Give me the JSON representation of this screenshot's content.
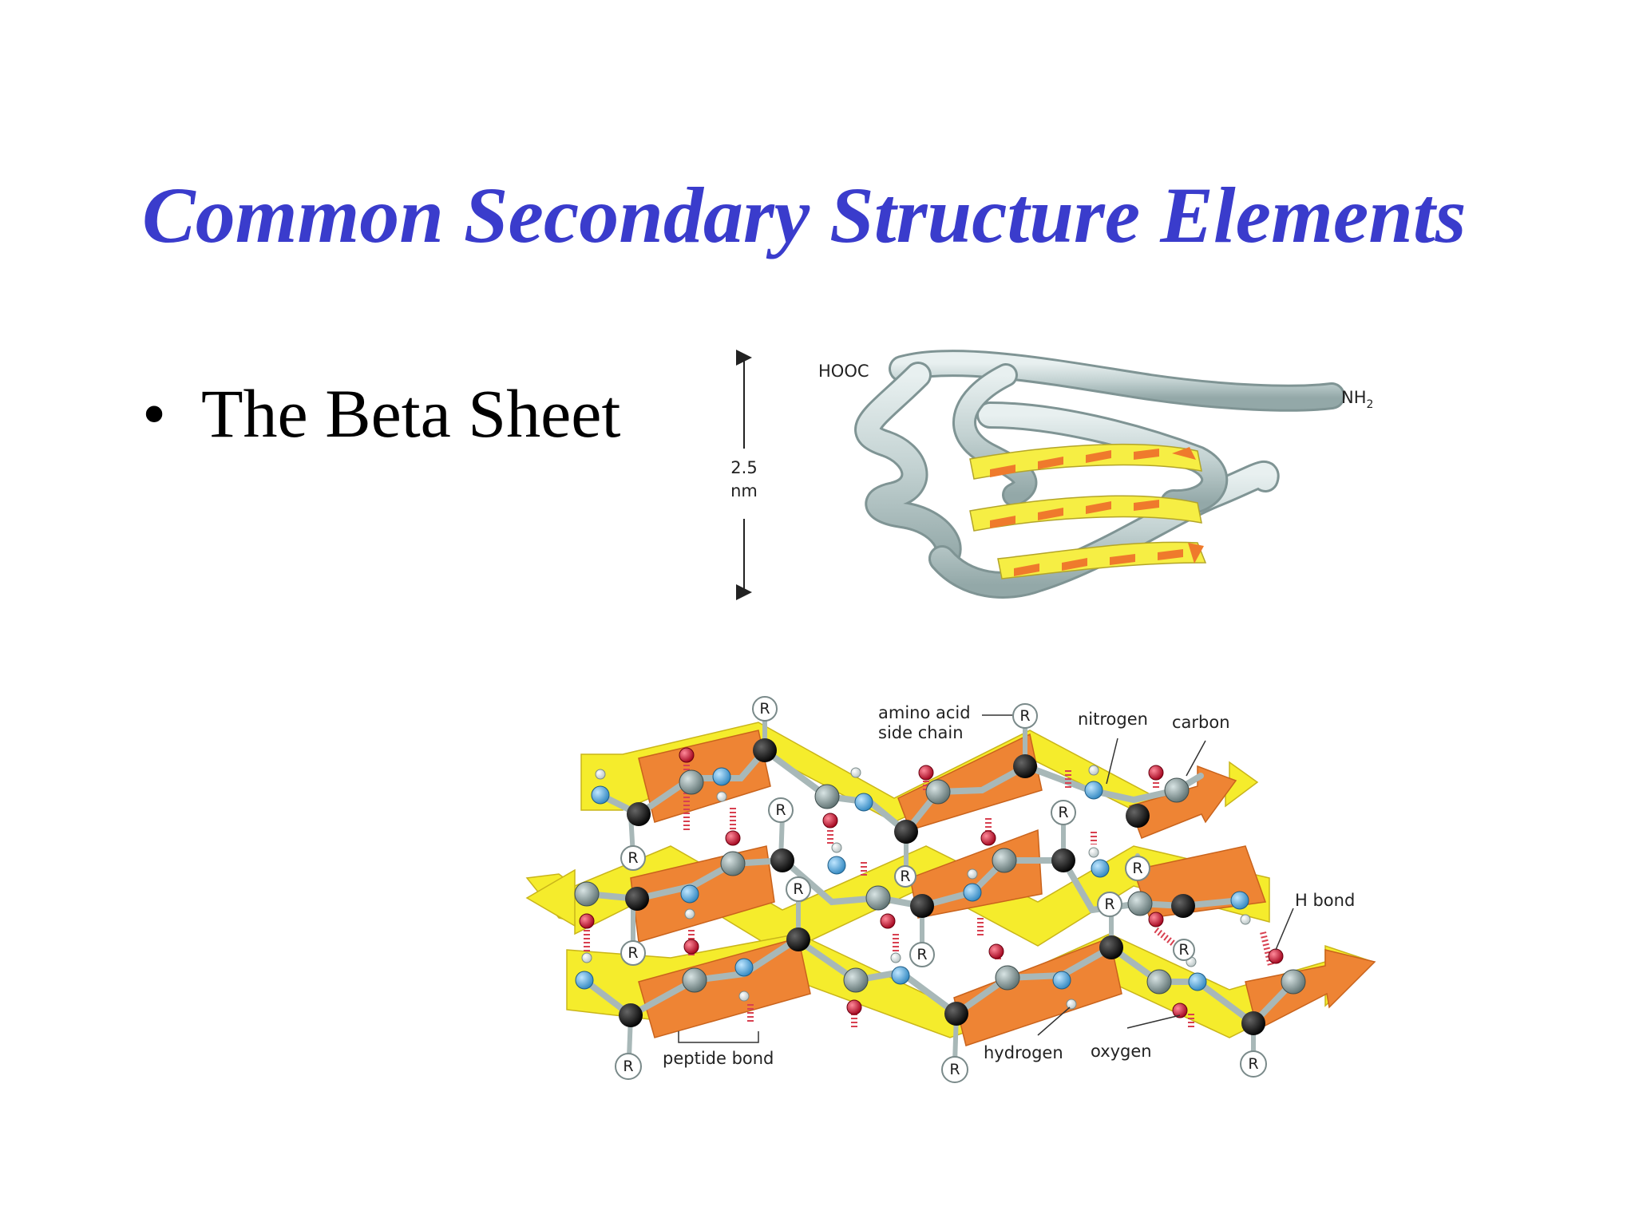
{
  "slide": {
    "title": "Common Secondary Structure Elements",
    "bullet_symbol": "•",
    "bullet_text": "The Beta Sheet"
  },
  "ribbon_figure": {
    "label_c_terminus": "HOOC",
    "label_n_terminus": "NH",
    "label_n_terminus_sub": "2",
    "scale_value": "2.5",
    "scale_unit": "nm"
  },
  "atomic_figure": {
    "label_side_chain_line1": "amino acid",
    "label_side_chain_line2": "side chain",
    "label_nitrogen": "nitrogen",
    "label_carbon": "carbon",
    "label_h_bond": "H bond",
    "label_peptide_bond": "peptide bond",
    "label_hydrogen": "hydrogen",
    "label_oxygen": "oxygen",
    "r_group": "R"
  },
  "colors": {
    "title": "#3a3ccc",
    "strand_orange": "#ef8a3c",
    "strand_yellow": "#f7ee3c",
    "ribbon_gray": "#c9d6d6",
    "nitrogen": "#4aa3d8",
    "carbon": "#8a9a9a",
    "alpha_carbon": "#111111",
    "oxygen": "#c4112c",
    "hydrogen": "#f4f4f4",
    "h_bond": "#d84050"
  }
}
